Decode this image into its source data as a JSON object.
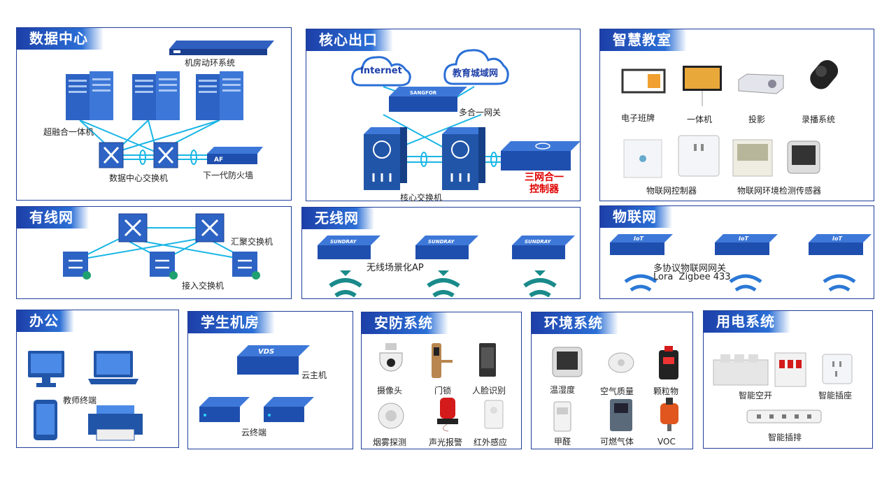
{
  "colors": {
    "title_blue": "#1d3fa8",
    "device_blue": "#2155a8",
    "wifi_teal": "#1a8a8a",
    "link_cyan": "#19b6e6",
    "alert_red": "#e00000"
  },
  "datacenter": {
    "title": "数据中心",
    "env_system": "机房动环系统",
    "hci": "超融合一体机",
    "switch": "数据中心交换机",
    "firewall": "下一代防火墙",
    "firewall_badge": "AF"
  },
  "core": {
    "title": "核心出口",
    "internet": "Internet",
    "edu_network": "教育城域网",
    "gateway": "多合一网关",
    "gateway_brand": "SANGFOR",
    "core_switch": "核心交换机",
    "controller_line1": "三网合一",
    "controller_line2": "控制器"
  },
  "classroom": {
    "title": "智慧教室",
    "items": [
      "电子班牌",
      "一体机",
      "投影",
      "录播系统"
    ],
    "iot_controller": "物联网控制器",
    "env_sensor": "物联网环境检测传感器"
  },
  "wired": {
    "title": "有线网",
    "aggregation": "汇聚交换机",
    "access": "接入交换机"
  },
  "wireless": {
    "title": "无线网",
    "ap": "无线场景化AP",
    "ap_brand": "SUNDRAY"
  },
  "iot": {
    "title": "物联网",
    "gateway": "多协议物联网网关",
    "protocols": "Lora  Zigbee 433",
    "badge": "IoT"
  },
  "office": {
    "title": "办公",
    "terminal": "教师终端"
  },
  "lab": {
    "title": "学生机房",
    "host": "云主机",
    "terminal": "云终端",
    "host_brand": "VDS"
  },
  "security": {
    "title": "安防系统",
    "items": [
      "摄像头",
      "门锁",
      "人脸识别",
      "烟雾探测",
      "声光报警",
      "红外感应"
    ]
  },
  "environment": {
    "title": "环境系统",
    "items": [
      "温湿度",
      "空气质量",
      "颗粒物",
      "甲醛",
      "可燃气体",
      "VOC"
    ]
  },
  "power": {
    "title": "用电系统",
    "breaker": "智能空开",
    "socket": "智能插座",
    "strip": "智能插排"
  }
}
